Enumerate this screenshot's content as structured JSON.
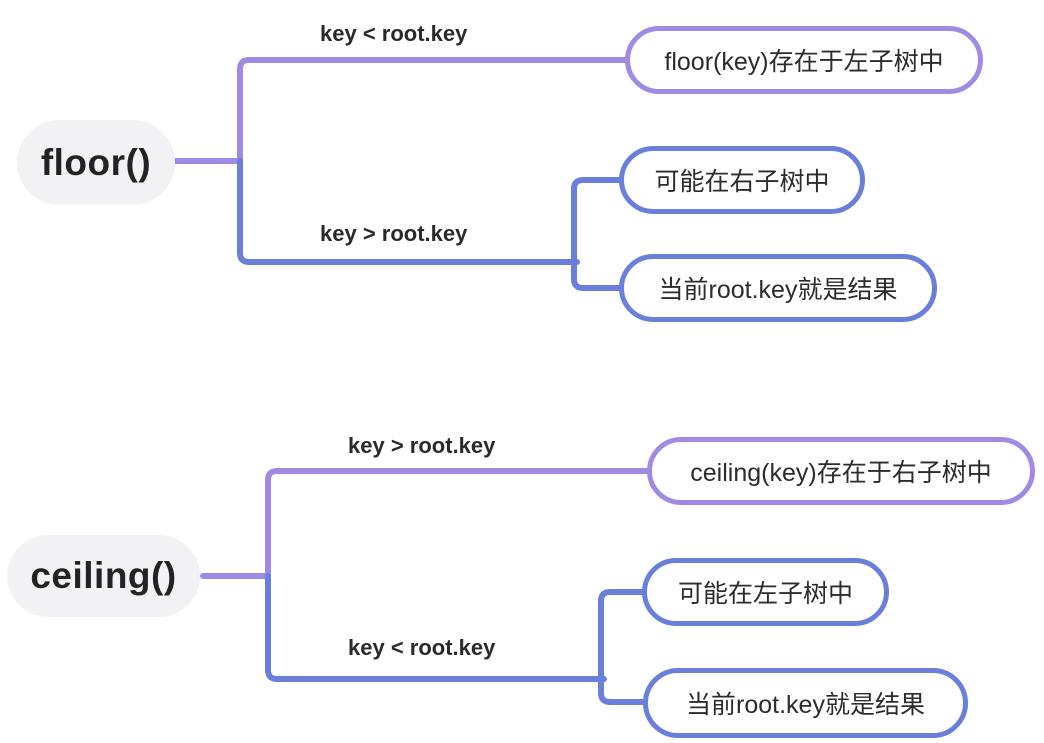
{
  "colors": {
    "purple_branch": "#a08be4",
    "blue_branch": "#6b7ed9",
    "root_node_bg": "#f2f2f4",
    "leaf_node_bg": "#ffffff",
    "text": "#2c2c30",
    "label_text": "#2a2a2e",
    "canvas_bg": "#ffffff"
  },
  "maps": [
    {
      "id": "floor",
      "root_label": "floor()",
      "branches": [
        {
          "condition": "key < root.key",
          "color": "#a08be4",
          "children": [
            "floor(key)存在于左子树中"
          ]
        },
        {
          "condition": "key > root.key",
          "color": "#6b7ed9",
          "children": [
            "可能在右子树中",
            "当前root.key就是结果"
          ]
        }
      ]
    },
    {
      "id": "ceiling",
      "root_label": "ceiling()",
      "branches": [
        {
          "condition": "key > root.key",
          "color": "#a08be4",
          "children": [
            "ceiling(key)存在于右子树中"
          ]
        },
        {
          "condition": "key < root.key",
          "color": "#6b7ed9",
          "children": [
            "可能在左子树中",
            "当前root.key就是结果"
          ]
        }
      ]
    }
  ]
}
